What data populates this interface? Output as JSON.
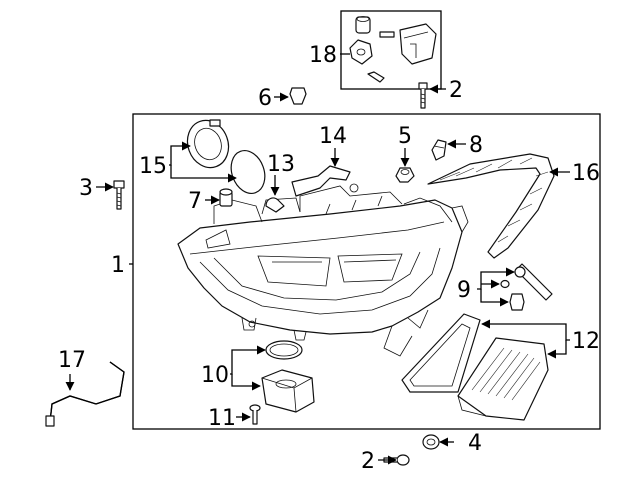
{
  "callouts": {
    "c1": "1",
    "c2a": "2",
    "c2b": "2",
    "c3": "3",
    "c4": "4",
    "c5": "5",
    "c6": "6",
    "c7": "7",
    "c8": "8",
    "c9": "9",
    "c10": "10",
    "c11": "11",
    "c12": "12",
    "c13": "13",
    "c14": "14",
    "c15": "15",
    "c16": "16",
    "c17": "17",
    "c18": "18"
  }
}
